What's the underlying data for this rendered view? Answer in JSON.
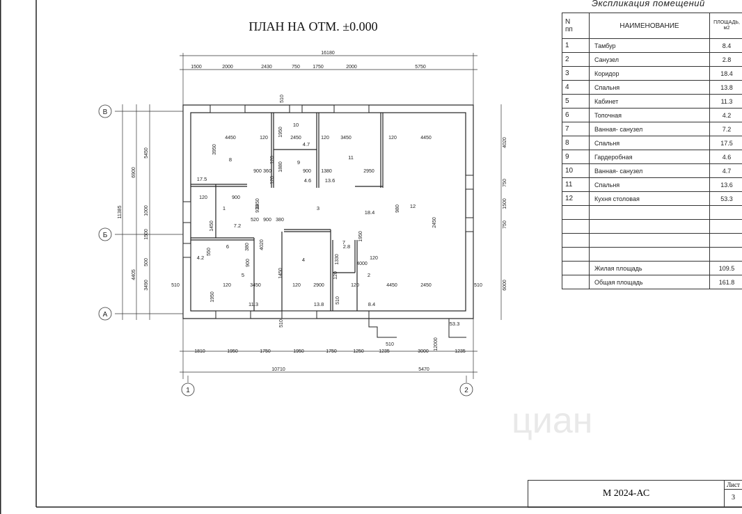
{
  "plan": {
    "title": "ПЛАН НА ОТМ. ±0.000",
    "top_total": "16180",
    "top_dims": [
      "1500",
      "2000",
      "2430",
      "750",
      "1750",
      "2000",
      "5750"
    ],
    "bottom_dims": [
      "1810",
      "1950",
      "1750",
      "1950",
      "1750",
      "1250",
      "1235",
      "3000",
      "1235"
    ],
    "bottom_small": "510",
    "bottom_totals": [
      "10710",
      "5470"
    ],
    "left_outer": "11385",
    "left_mid": [
      "6900",
      "4405"
    ],
    "left_inner": [
      "5450",
      "1000",
      "1500",
      "500",
      "3490"
    ],
    "right_dims": [
      "4020",
      "750",
      "1500",
      "750",
      "6000"
    ],
    "axes": {
      "v": "В",
      "b": "Б",
      "a": "А",
      "one": "1",
      "two": "2"
    },
    "inner_dims": [
      "4450",
      "120",
      "2450",
      "120",
      "3450",
      "120",
      "4450",
      "3950",
      "1950",
      "1880",
      "900",
      "360",
      "900",
      "1380",
      "2950",
      "120",
      "900",
      "2450",
      "930",
      "520",
      "900",
      "380",
      "1450",
      "550",
      "900",
      "380",
      "4020",
      "1450",
      "1330",
      "120",
      "4000",
      "120",
      "3450",
      "120",
      "2900",
      "120",
      "4450",
      "2450",
      "1950",
      "510",
      "510",
      "510",
      "12000",
      "2450",
      "980",
      "1950",
      "120",
      "120",
      "120",
      "510",
      "510"
    ],
    "room_areas": [
      "17.5",
      "4.7",
      "4.6",
      "13.6",
      "7.2",
      "18.4",
      "4.2",
      "2.8",
      "11.3",
      "13.8",
      "8.4",
      "53.3"
    ],
    "room_nums": [
      "8",
      "10",
      "9",
      "11",
      "1",
      "3",
      "12",
      "6",
      "7",
      "5",
      "4",
      "2"
    ]
  },
  "explication": {
    "caption": "Экспликация помещений",
    "head_n": "N\nпп",
    "head_name": "НАИМЕНОВАНИЕ",
    "head_area": "ПЛОЩАДЬ, м2",
    "rows": [
      {
        "n": "1",
        "name": "Тамбур",
        "area": "8.4"
      },
      {
        "n": "2",
        "name": "Санузел",
        "area": "2.8"
      },
      {
        "n": "3",
        "name": "Коридор",
        "area": "18.4"
      },
      {
        "n": "4",
        "name": "Спальня",
        "area": "13.8"
      },
      {
        "n": "5",
        "name": "Кабинет",
        "area": "11.3"
      },
      {
        "n": "6",
        "name": "Топочная",
        "area": "4.2"
      },
      {
        "n": "7",
        "name": "Ванная- санузел",
        "area": "7.2"
      },
      {
        "n": "8",
        "name": "Спальня",
        "area": "17.5"
      },
      {
        "n": "9",
        "name": "Гардеробная",
        "area": "4.6"
      },
      {
        "n": "10",
        "name": "Ванная- санузел",
        "area": "4.7"
      },
      {
        "n": "11",
        "name": "Спальня",
        "area": "13.6"
      },
      {
        "n": "12",
        "name": "Кухня столовая",
        "area": "53.3"
      }
    ],
    "living_label": "Жилая площадь",
    "living_value": "109.5",
    "total_label": "Общая площадь",
    "total_value": "161.8"
  },
  "stamp": {
    "code": "М 2024-АС",
    "sheet_label": "Лист",
    "sheet_number": "3"
  },
  "watermark": "циан"
}
